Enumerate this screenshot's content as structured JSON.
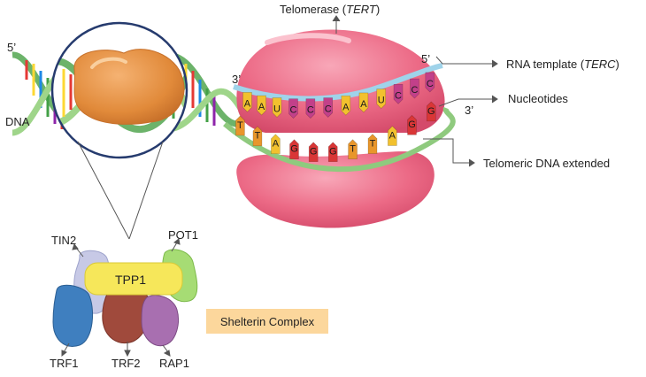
{
  "diagram": {
    "dna_label": "DNA",
    "dna_5prime": "5’",
    "telomerase": {
      "text": "Telomerase (",
      "gene": "TERT",
      "close": ")"
    },
    "rna_template": {
      "text": "RNA template (",
      "gene": "TERC",
      "close": ")"
    },
    "rna_5prime": "5’",
    "rna_3prime": "3’",
    "nucleotides": "Nucleotides",
    "dna_3prime": "3’",
    "telomeric_extended": "Telomeric DNA extended",
    "rna_bases": [
      "A",
      "A",
      "U",
      "C",
      "C",
      "C",
      "A",
      "A",
      "U",
      "C",
      "C",
      "C"
    ],
    "dna_bases": [
      "T",
      "T",
      "A",
      "G",
      "G",
      "G",
      "T",
      "T",
      "A",
      "G",
      "G"
    ],
    "shelterin": {
      "title": "Shelterin Complex",
      "proteins": {
        "tin2": "TIN2",
        "pot1": "POT1",
        "tpp1": "TPP1",
        "trf1": "TRF1",
        "trf2": "TRF2",
        "rap1": "RAP1"
      }
    },
    "colors": {
      "telomerase_pink": "#ec6a86",
      "rna_strand": "#9fd3ea",
      "dna_strand": "#8fca7e",
      "shelterin_box": "#fcd79c",
      "tpp1": "#f6e75a",
      "pot1": "#a6dc74",
      "tin2": "#c7c9e6",
      "trf1": "#3f7fbf",
      "trf2": "#a04a3c",
      "rap1": "#a86fb0",
      "chromatin_protein": "#e18a3a"
    }
  }
}
